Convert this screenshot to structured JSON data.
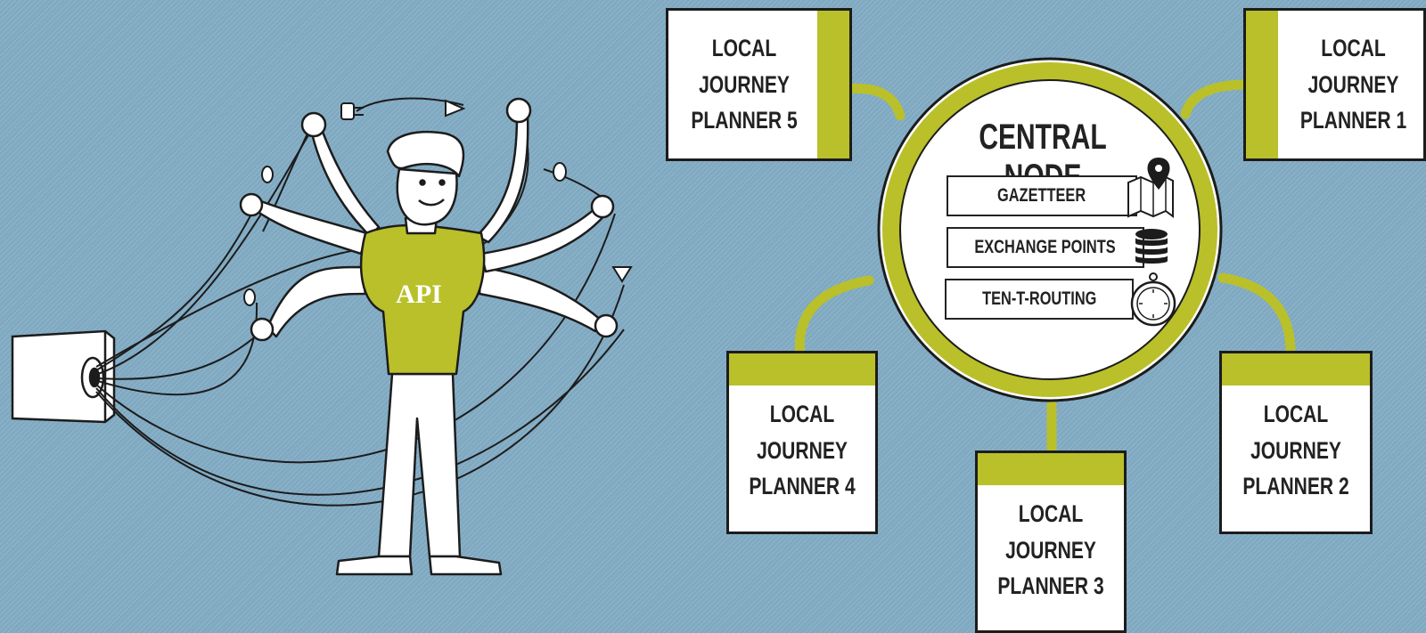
{
  "figure": {
    "api_label": "API",
    "central_node": {
      "title": "CENTRAL NODE",
      "items": [
        {
          "label": "GAZETTEER",
          "icon": "map-pin-icon"
        },
        {
          "label": "EXCHANGE POINTS",
          "icon": "database-icon"
        },
        {
          "label": "TEN-T-ROUTING",
          "icon": "compass-icon"
        }
      ]
    },
    "planners": [
      {
        "id": 5,
        "label": "LOCAL\nJOURNEY\nPLANNER 5"
      },
      {
        "id": 1,
        "label": "LOCAL\nJOURNEY\nPLANNER 1"
      },
      {
        "id": 4,
        "label": "LOCAL\nJOURNEY\nPLANNER 4"
      },
      {
        "id": 3,
        "label": "LOCAL\nJOURNEY\nPLANNER 3"
      },
      {
        "id": 2,
        "label": "LOCAL\nJOURNEY\nPLANNER 2"
      }
    ],
    "colors": {
      "background": "#7fa9c1",
      "accent": "#b9c02a",
      "ink": "#1c1c1c",
      "paper": "#ffffff"
    }
  }
}
